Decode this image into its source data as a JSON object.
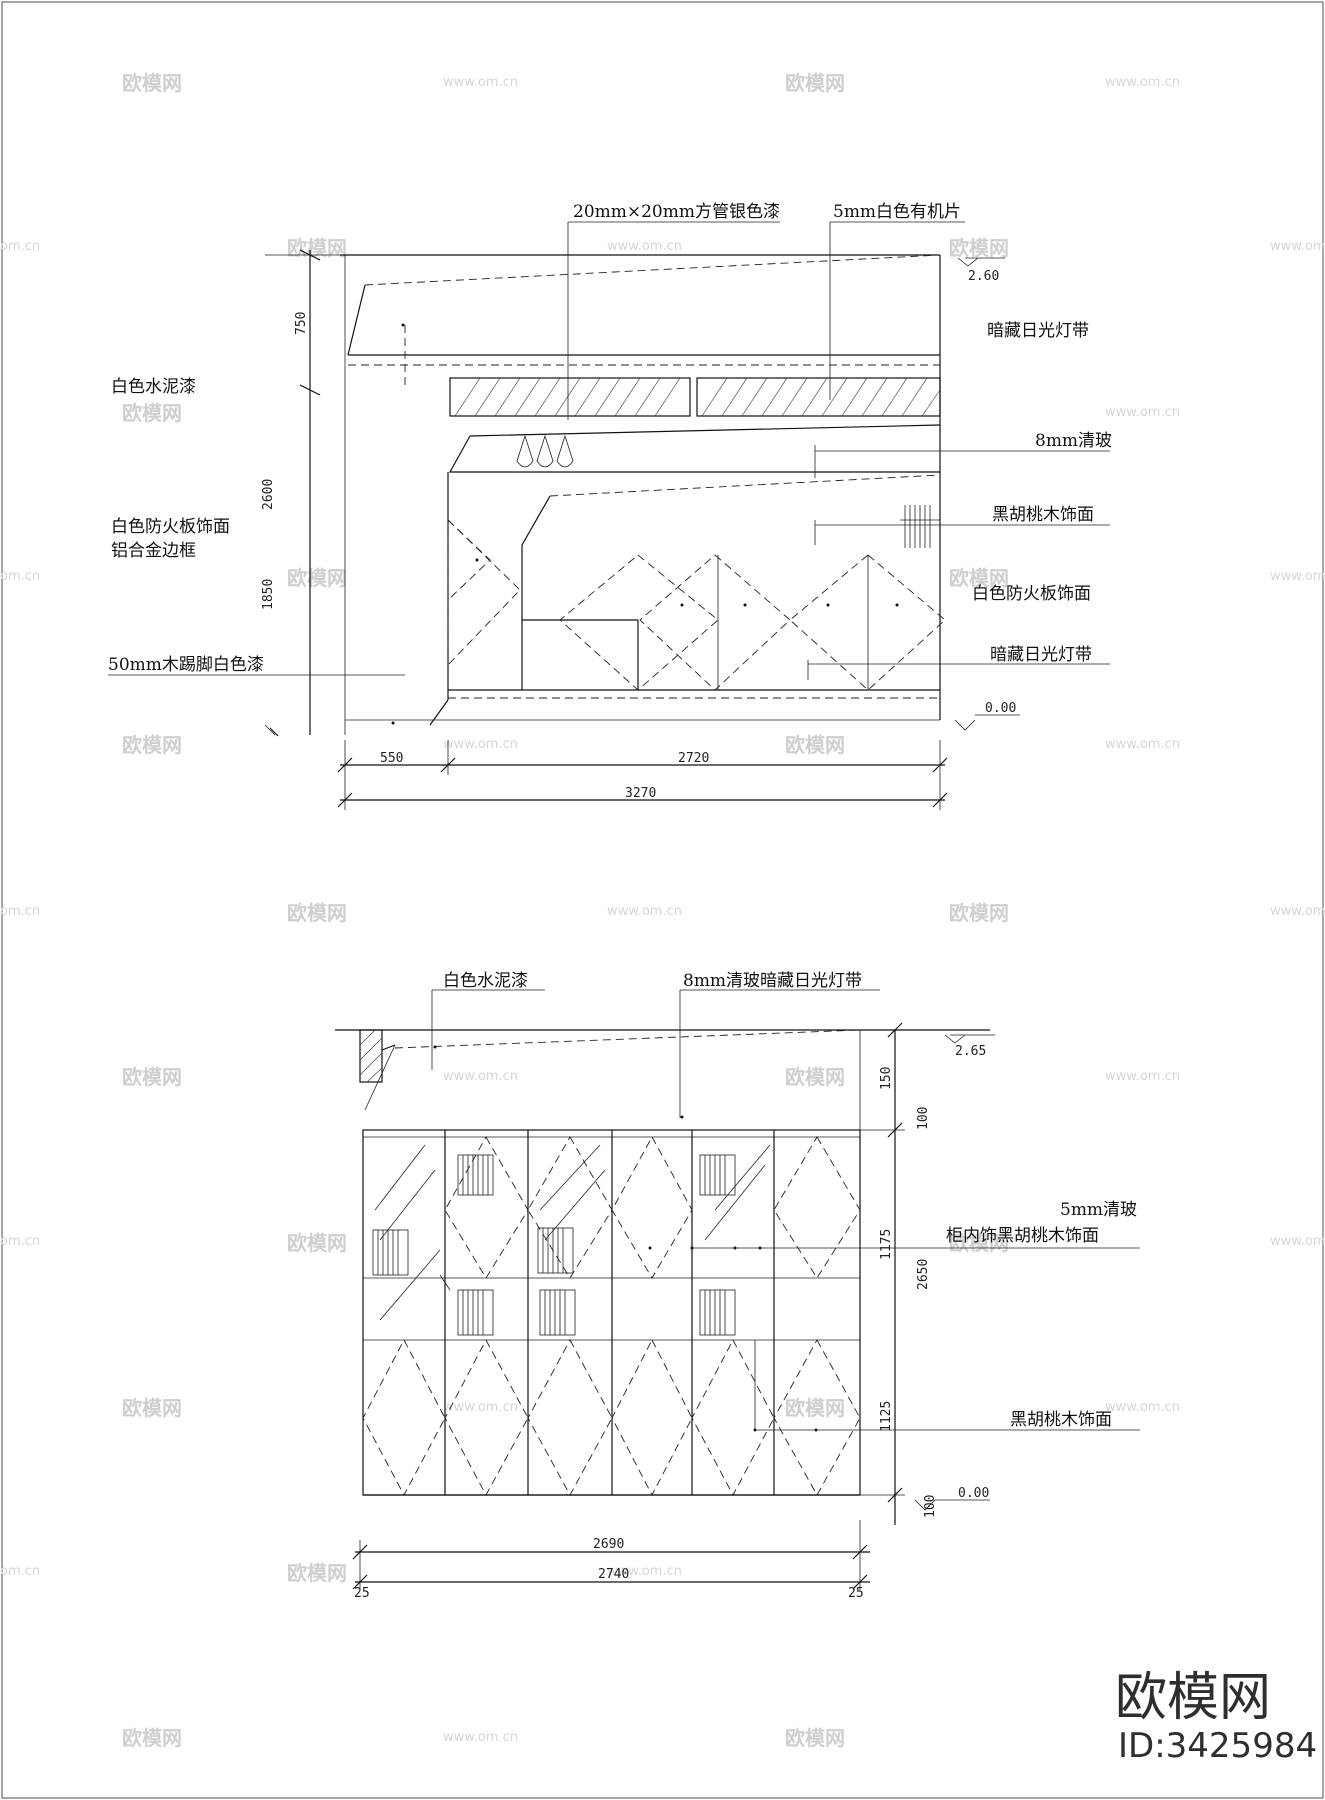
{
  "elevation_top": {
    "labels": {
      "pipe": "20mm×20mm方管银色漆",
      "acrylic": "5mm白色有机片",
      "hidden_light_1": "暗藏日光灯带",
      "cement_paint": "白色水泥漆",
      "clear_glass": "8mm清玻",
      "walnut": "黑胡桃木饰面",
      "fireboard_left_1": "白色防火板饰面",
      "fireboard_left_2": "铝合金边框",
      "fireboard_right": "白色防火板饰面",
      "skirting": "50mm木踢脚白色漆",
      "hidden_light_2": "暗藏日光灯带"
    },
    "levels": {
      "top": "2.60",
      "floor": "0.00"
    },
    "dims": {
      "v_750": "750",
      "v_2600": "2600",
      "v_1850": "1850",
      "h_550": "550",
      "h_2720": "2720",
      "h_3270": "3270"
    }
  },
  "elevation_bottom": {
    "labels": {
      "cement_paint": "白色水泥漆",
      "glass_light": "8mm清玻暗藏日光灯带",
      "clear_glass_1": "5mm清玻",
      "clear_glass_2": "柜内饰黑胡桃木饰面",
      "walnut": "黑胡桃木饰面"
    },
    "levels": {
      "top": "2.65",
      "floor": "0.00"
    },
    "dims": {
      "v_150": "150",
      "v_100": "100",
      "v_1175": "1175",
      "v_2650": "2650",
      "v_1125": "1125",
      "v_100b": "100",
      "h_2690": "2690",
      "h_2740": "2740",
      "h_25a": "25",
      "h_25b": "25"
    }
  },
  "watermarks": {
    "brand_cn": "欧模网",
    "site": "www.om.cn",
    "site_short": "om.cn"
  },
  "brand": {
    "logo": "欧模网",
    "id": "ID:3425984"
  }
}
